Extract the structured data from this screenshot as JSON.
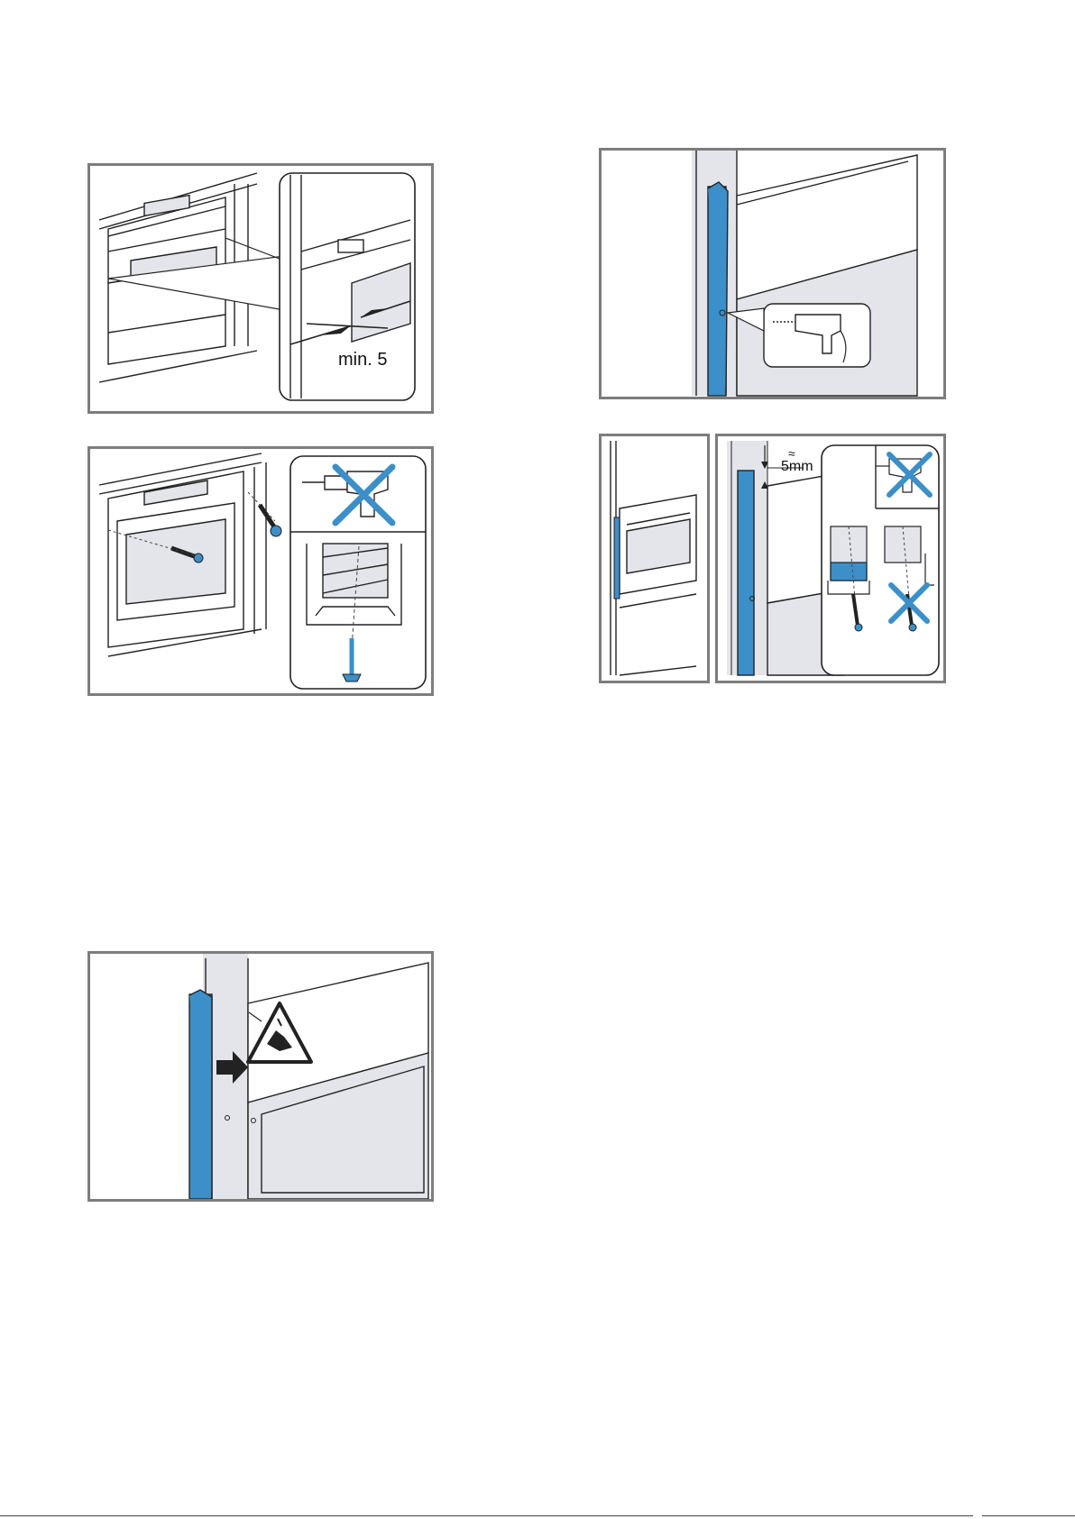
{
  "figures": [
    {
      "id": "fig-gap",
      "labels": {
        "min_gap": "min. 5"
      }
    },
    {
      "id": "fig-screw-fixing"
    },
    {
      "id": "fig-drill-panel"
    },
    {
      "id": "fig-side-panel-screw",
      "labels": {
        "gap": "5mm",
        "approx_symbol": "≈"
      }
    },
    {
      "id": "fig-insert-panel"
    }
  ],
  "colors": {
    "accent_blue": "#3c8fc8",
    "frame_gray": "#7d7d7d",
    "fill_gray": "#e3e5ea",
    "line": "#222222"
  },
  "icons": [
    "drill-icon",
    "cross-mark-icon",
    "screw-icon",
    "pinch-warning-icon",
    "arrow-icon"
  ]
}
